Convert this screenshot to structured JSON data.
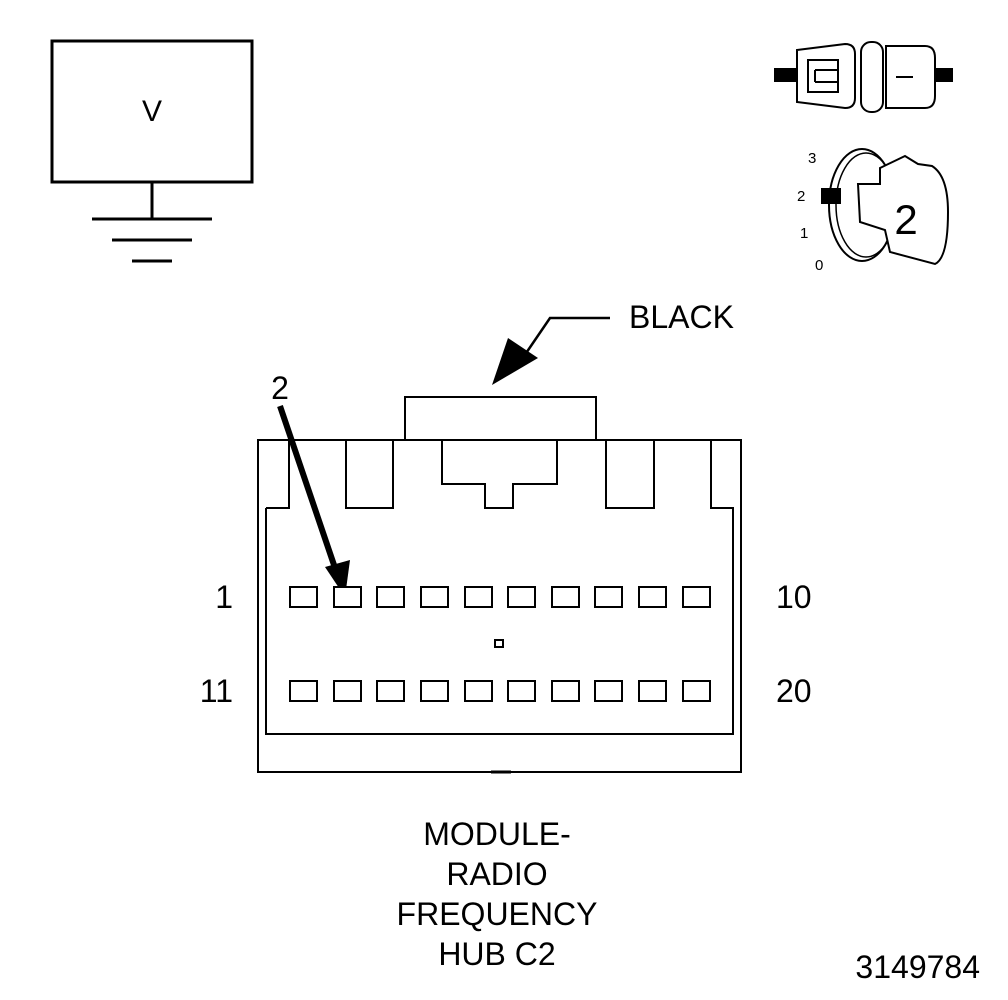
{
  "voltmeter": {
    "label": "V"
  },
  "ignition": {
    "positions": [
      "3",
      "2",
      "1",
      "0"
    ],
    "key_position": "2"
  },
  "connector": {
    "color_callout": "BLACK",
    "pin_callout": "2",
    "row1_start": "1",
    "row1_end": "10",
    "row2_start": "11",
    "row2_end": "20",
    "caption_lines": [
      "MODULE-",
      "RADIO",
      "FREQUENCY",
      "HUB C2"
    ]
  },
  "figure_id": "3149784"
}
